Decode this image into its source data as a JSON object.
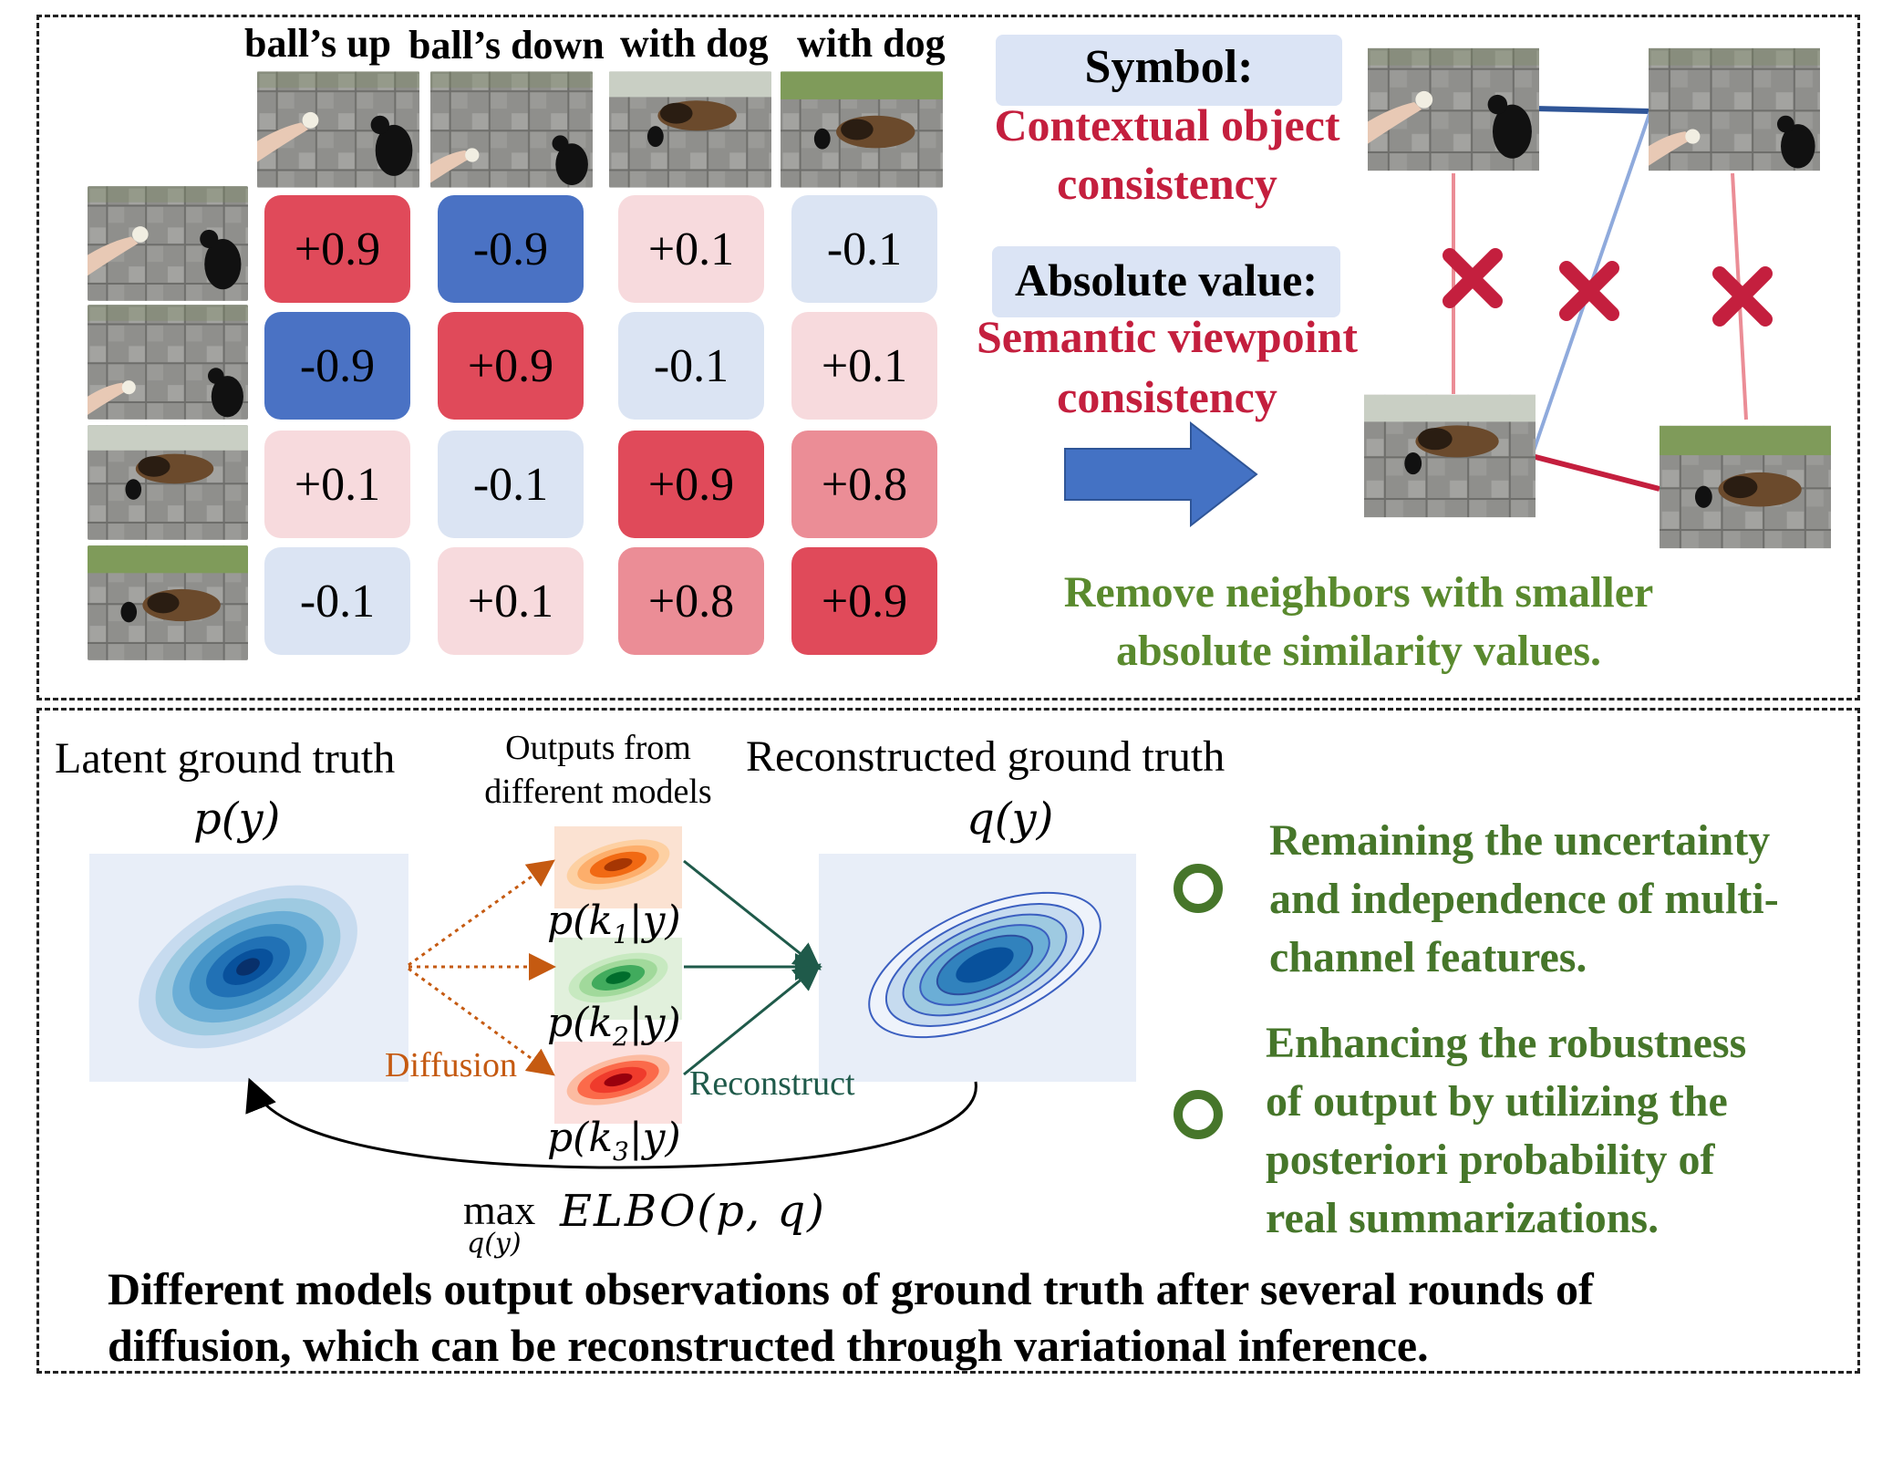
{
  "top": {
    "column_headers": [
      "ball’s up",
      "ball’s down",
      "with dog",
      "with dog"
    ],
    "matrix": [
      [
        "+0.9",
        "-0.9",
        "+0.1",
        "-0.1"
      ],
      [
        "-0.9",
        "+0.9",
        "-0.1",
        "+0.1"
      ],
      [
        "+0.1",
        "-0.1",
        "+0.9",
        "+0.8"
      ],
      [
        "-0.1",
        "+0.1",
        "+0.8",
        "+0.9"
      ]
    ],
    "symbol_label": "Symbol:",
    "symbol_desc_line1": "Contextual object",
    "symbol_desc_line2": "consistency",
    "absval_label": "Absolute value:",
    "absval_desc_line1": "Semantic viewpoint",
    "absval_desc_line2": "consistency",
    "remove_line1": "Remove neighbors with smaller",
    "remove_line2": "absolute similarity values."
  },
  "bottom": {
    "latent_title": "Latent ground truth",
    "latent_math": "p(y)",
    "outputs_line1": "Outputs from",
    "outputs_line2": "different models",
    "recon_title": "Reconstructed ground truth",
    "recon_math": "q(y)",
    "k1": "p(k",
    "k1_sub": "1",
    "k_tail": "|y)",
    "k2_sub": "2",
    "k3_sub": "3",
    "diffusion_label": "Diffusion",
    "reconstruct_label": "Reconstruct",
    "elbo_max": "max",
    "elbo_sub": "q(y)",
    "elbo_expr": "ELBO(p, q)",
    "point1_line1": "Remaining the uncertainty",
    "point1_line2": "and independence of multi-",
    "point1_line3": "channel features.",
    "point2_line1": "Enhancing the robustness",
    "point2_line2": "of output by utilizing the",
    "point2_line3": "posteriori probability of",
    "point2_line4": "real summarizations.",
    "caption_line1": "Different models output observations of ground truth after several rounds of",
    "caption_line2": "diffusion, which can be reconstructed through variational inference."
  },
  "colors": {
    "strong_red": "#e04a5a",
    "strong_blue": "#4a72c4",
    "light_red": "#f7dadd",
    "light_blue": "#dbe4f3",
    "mid_red": "#eb8d96",
    "title_red": "#c41f3e",
    "green_text": "#5a8a2e",
    "arrow_blue": "#4472c4"
  }
}
